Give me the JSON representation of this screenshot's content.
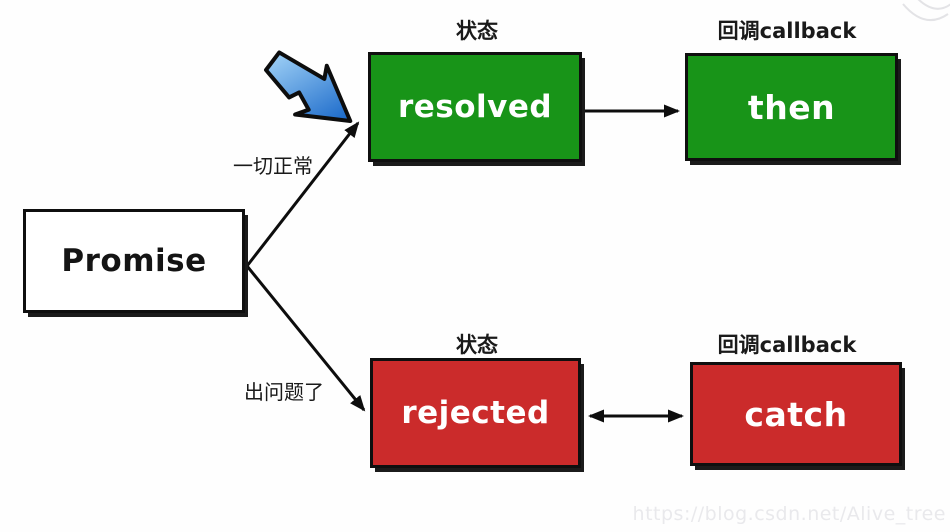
{
  "colors": {
    "green": "#189418",
    "red": "#CB2B2B",
    "ink": "#141414",
    "line": "#0d0d0d",
    "blue_light": "#a6d6f8",
    "blue_dark": "#1565c8",
    "watermark": "#e9e9ec",
    "corner_mark": "#e3e3e6"
  },
  "headers": {
    "state_top": "状态",
    "callback_top": "回调callback",
    "state_bottom": "状态",
    "callback_bottom": "回调callback"
  },
  "nodes": {
    "promise": {
      "label": "Promise"
    },
    "resolved": {
      "label": "resolved"
    },
    "then": {
      "label": "then"
    },
    "rejected": {
      "label": "rejected"
    },
    "catch": {
      "label": "catch"
    }
  },
  "edges": {
    "success_label": "一切正常",
    "failure_label": "出问题了"
  },
  "watermark": "https://blog.csdn.net/Alive_tree"
}
